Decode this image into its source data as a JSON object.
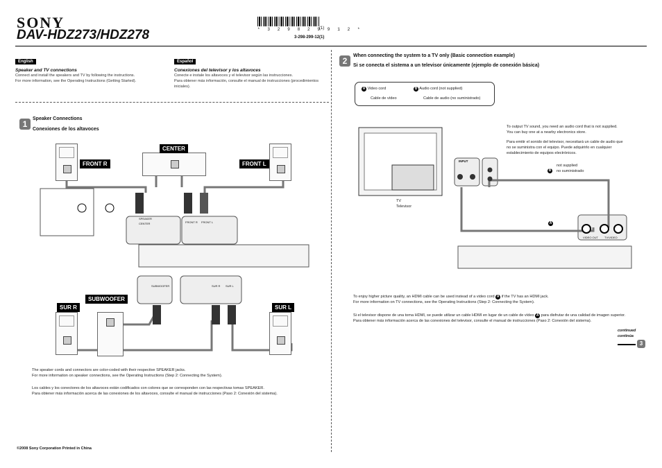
{
  "header": {
    "brand": "SONY",
    "model": "DAV-HDZ273/HDZ278",
    "barcode_digits": "* 3 2 9 8 2 9 9 1 2 *",
    "barcode_suffix": "(1)",
    "part_number": "3-298-299-12(1)"
  },
  "english": {
    "lang": "English",
    "title": "Speaker and TV connections",
    "line1": "Connect and install the speakers and TV by following the instructions.",
    "line2": "For more information, see the Operating Instructions (Getting Started)."
  },
  "espanol": {
    "lang": "Español",
    "title": "Conexiones del televisor y los altavoces",
    "line1": "Conecte e instale los altavoces y el televisor según las instrucciones.",
    "line2": "Para obtener más información, consulte el manual de instrucciones (procedimientos",
    "line3": "iniciales)."
  },
  "step1": {
    "num": "1",
    "title_en": "Speaker Connections",
    "title_es": "Conexiones de los altavoces",
    "labels": {
      "front_r": "FRONT R",
      "center": "CENTER",
      "front_l": "FRONT L",
      "subwoofer": "SUBWOOFER",
      "sur_r": "SUR R",
      "sur_l": "SUR L"
    },
    "panel_labels": {
      "speaker": "SPEAKER",
      "center": "CENTER",
      "front_r": "FRONT R",
      "front_l": "FRONT L",
      "subwoofer": "SUBWOOFER",
      "sur_r": "SUR R",
      "sur_l": "SUR L"
    },
    "note_en1": "The speaker cords and connectors are color-coded with their respective SPEAKER jacks.",
    "note_en2": "For more information on speaker connections, see the Operating Instructions (Step 2: Connecting the System).",
    "note_es1": "Los cables y los conectores de los altavoces están codificados con colores que se corresponden con las respectivas tomas SPEAKER.",
    "note_es2": "Para obtener más información acerca de las conexiones de los altavoces, consulte el manual de instrucciones (Paso 2: Conexión del sistema)."
  },
  "step2": {
    "num": "2",
    "title_en": "When connecting the system to a TV only (Basic connection example)",
    "title_es": "Si se conecta el sistema a un televisor únicamente (ejemplo de conexión básica)",
    "legend": {
      "a_mark": "A",
      "a_en": "Video cord",
      "a_es": "Cable de vídeo",
      "b_mark": "B",
      "b_en": "Audio cord (not supplied)",
      "b_es": "Cable de audio (no suministrado)"
    },
    "tv_note_en": "To output TV sound, you need an audio cord that is not supplied. You can buy one at a nearby electronics store.",
    "tv_note_es": "Para emitir el sonido del televisor, necesitará un cable de audio que no se suministra con el equipo. Puede adquirirlo en cualquier establecimiento de equipos electrónicos.",
    "tv_label_en": "TV",
    "tv_label_es": "Televisor",
    "input_label": "INPUT",
    "not_supplied_en": "not supplied",
    "not_supplied_es": "no suministrado",
    "video_out": "VIDEO OUT",
    "tv_video": "TV/VIDEO",
    "hdmi_en1": "To enjoy higher picture quality, an HDMI cable can be used instead of a video cord",
    "hdmi_en1b": "if the TV has an HDMI jack.",
    "hdmi_en2": "For more information on TV connections, see the Operating Instructions (Step 2: Connecting the System).",
    "hdmi_es1": "Si el televisor dispone de una toma HDMI, se puede utilizar un cable HDMI en lugar de un cable de vídeo",
    "hdmi_es1b": "para disfrutar de una calidad de imagen superior.",
    "hdmi_es2": "Para obtener más información acerca de las conexiones del televisor, consulte el manual de instrucciones (Paso 2: Conexión del sistema).",
    "continued_en": "continued",
    "continued_es": "continúa",
    "next_step": "3"
  },
  "footer": {
    "copyright": "©2008 Sony Corporation   Printed in China"
  }
}
